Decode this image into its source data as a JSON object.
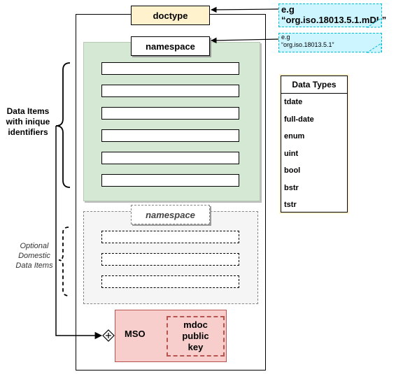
{
  "doctype": {
    "label": "doctype",
    "example_prefix": "e.g",
    "example_value": "“org.iso.18013.5.1.mDL”"
  },
  "namespace": {
    "label": "namespace",
    "example_prefix": "e.g",
    "example_value": "“org.iso.18013.5.1”",
    "data_item_count": 6
  },
  "optional_namespace": {
    "label": "namespace",
    "data_item_count": 3
  },
  "mso": {
    "label": "MSO",
    "public_key_label": "mdoc\npublic\nkey"
  },
  "annotations": {
    "data_items": "Data  Items\nwith inique\nidentifiers",
    "optional": "Optional\nDomestic\nData Items"
  },
  "data_types": {
    "title": "Data Types",
    "items": [
      "tdate",
      "full-date",
      "enum",
      "uint",
      "bool",
      "bstr",
      "tstr"
    ]
  },
  "colors": {
    "doctype_fill": "#fff2cc",
    "namespace_fill": "#d5e8d4",
    "optional_fill": "#f5f5f5",
    "mso_fill": "#f8cecc",
    "mso_border": "#b85450",
    "callout_fill": "#ccf5ff"
  }
}
